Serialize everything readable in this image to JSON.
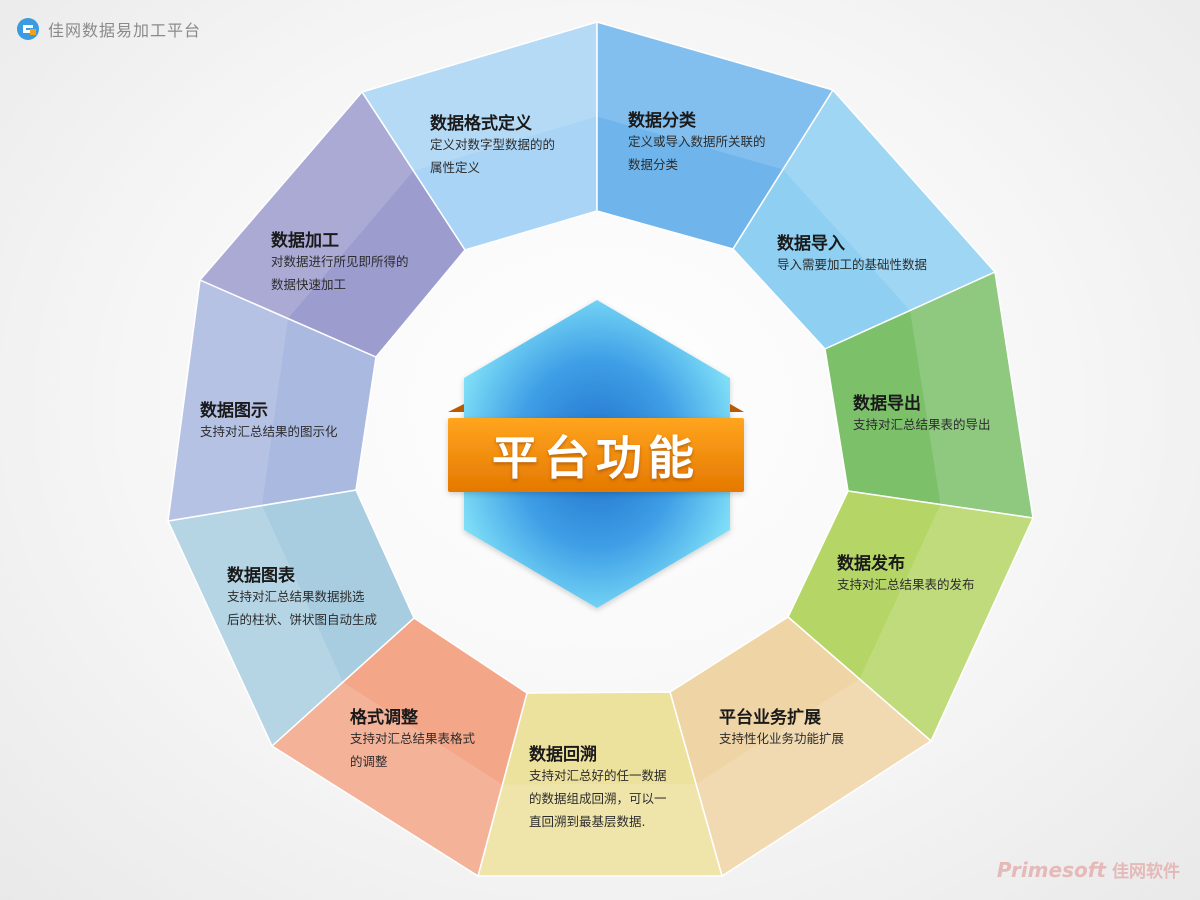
{
  "header": {
    "title": "佳网数据易加工平台",
    "logo_icon": "app-logo-icon"
  },
  "center": {
    "label": "平台功能",
    "banner_color": "#f08a00",
    "hex_color": "#3fa9e8"
  },
  "segments": [
    {
      "title": "数据格式定义",
      "desc": [
        "定义对数字型数据的的",
        "属性定义"
      ],
      "color": "#a9d4f5"
    },
    {
      "title": "数据分类",
      "desc": [
        "定义或导入数据所关联的",
        "数据分类"
      ],
      "color": "#6fb5ec"
    },
    {
      "title": "数据导入",
      "desc": [
        "导入需要加工的基础性数据"
      ],
      "color": "#8fd0f2"
    },
    {
      "title": "数据导出",
      "desc": [
        "支持对汇总结果表的导出"
      ],
      "color": "#7cc06a"
    },
    {
      "title": "数据发布",
      "desc": [
        "支持对汇总结果表的发布"
      ],
      "color": "#b5d667"
    },
    {
      "title": "平台业务扩展",
      "desc": [
        "支持性化业务功能扩展"
      ],
      "color": "#efd4a6"
    },
    {
      "title": "数据回溯",
      "desc": [
        "支持对汇总好的任一数据",
        "的数据组成回溯，可以一",
        "直回溯到最基层数据."
      ],
      "color": "#ede19e"
    },
    {
      "title": "格式调整",
      "desc": [
        "支持对汇总结果表格式",
        "的调整"
      ],
      "color": "#f3a688"
    },
    {
      "title": "数据图表",
      "desc": [
        "支持对汇总结果数据挑选",
        "后的柱状、饼状图自动生成"
      ],
      "color": "#a9cde0"
    },
    {
      "title": "数据图示",
      "desc": [
        "支持对汇总结果的图示化"
      ],
      "color": "#aab9e0"
    },
    {
      "title": "数据加工",
      "desc": [
        "对数据进行所见即所得的",
        "数据快速加工"
      ],
      "color": "#9c9ccf"
    }
  ],
  "footer": {
    "brand_en": "Primesoft",
    "brand_cn": "佳网软件"
  }
}
